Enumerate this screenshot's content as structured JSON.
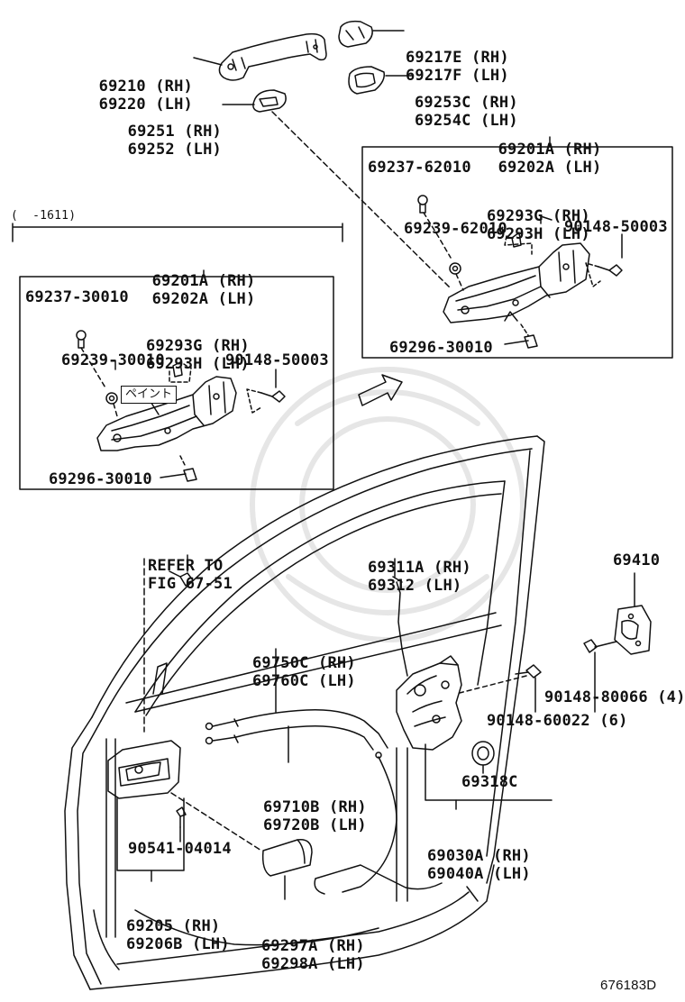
{
  "diagram": {
    "figure_id": "676183D",
    "callouts": {
      "outside_handle": {
        "rh": "69210 (RH)",
        "lh": "69220 (LH)"
      },
      "handle_cap": {
        "rh": "69217E (RH)",
        "lh": "69217F (LH)"
      },
      "handle_pad_outer": {
        "rh": "69253C (RH)",
        "lh": "69254C (LH)"
      },
      "handle_pad_inner": {
        "rh": "69251 (RH)",
        "lh": "69252 (LH)"
      },
      "frame_right": {
        "rh": "69201A (RH)",
        "lh": "69202A (LH)"
      },
      "frame_left": {
        "rh": "69201A (RH)",
        "lh": "69202A (LH)"
      },
      "inset_right_bolt": "69237-62010",
      "inset_right_clip": {
        "rh": "69293G (RH)",
        "lh": "69293H (LH)"
      },
      "inset_right_nut": "69239-62010",
      "inset_right_screw": "90148-50003",
      "inset_right_plug": "69296-30010",
      "inset_left_range": "(  -1611)",
      "inset_left_bolt": "69237-30010",
      "inset_left_clip": {
        "rh": "69293G (RH)",
        "lh": "69293H (LH)"
      },
      "inset_left_nut": "69239-30010",
      "inset_left_screw": "90148-50003",
      "inset_left_paint": "ペイント",
      "inset_left_plug": "69296-30010",
      "refer": {
        "line1": "REFER TO",
        "line2": "FIG 67-51"
      },
      "lock_rod": {
        "rh": "69311A (RH)",
        "lh": "69312 (LH)"
      },
      "striker": "69410",
      "striker_screw": "90148-80066 (4)",
      "lock_screw": "90148-60022 (6)",
      "cable_upper": {
        "rh": "69750C (RH)",
        "lh": "69760C (LH)"
      },
      "cable_lower": {
        "rh": "69710B (RH)",
        "lh": "69720B (LH)"
      },
      "grommet": "69318C",
      "door_lock": {
        "rh": "69030A (RH)",
        "lh": "69040A (LH)"
      },
      "inside_screw": "90541-04014",
      "inside_handle": {
        "rh": "69205 (RH)",
        "lh": "69206B (LH)"
      },
      "lock_cover": {
        "rh": "69297A (RH)",
        "lh": "69298A (LH)"
      }
    }
  }
}
